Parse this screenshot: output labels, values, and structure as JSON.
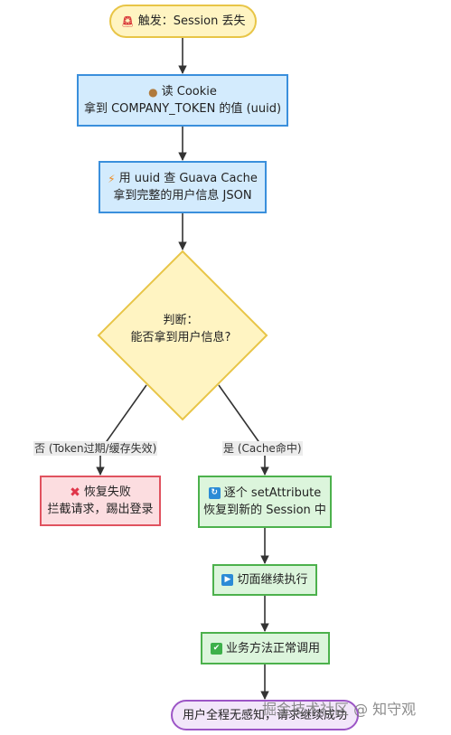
{
  "nodes": {
    "start": {
      "icon": "fire-alarm-icon",
      "text": "触发：Session 丢失"
    },
    "read_cookie": {
      "icon": "cookie-icon",
      "line1": "读 Cookie",
      "line2": "拿到 COMPANY_TOKEN 的值 (uuid)"
    },
    "guava_lookup": {
      "icon": "lightning-icon",
      "line1": "用 uuid 查 Guava Cache",
      "line2": "拿到完整的用户信息 JSON"
    },
    "decision": {
      "line1": "判断：",
      "line2": "能否拿到用户信息?"
    },
    "fail": {
      "icon": "cross-mark-icon",
      "line1": "恢复失败",
      "line2": "拦截请求，踢出登录"
    },
    "restore": {
      "icon": "refresh-icon",
      "line1": "逐个 setAttribute",
      "line2": "恢复到新的 Session 中"
    },
    "continue": {
      "icon": "play-icon",
      "text": "切面继续执行"
    },
    "business": {
      "icon": "check-mark-icon",
      "text": "业务方法正常调用"
    },
    "end": {
      "text": "用户全程无感知，请求继续成功"
    }
  },
  "edges": {
    "no_label": "否 (Token过期/缓存失效)",
    "yes_label": "是 (Cache命中)"
  },
  "watermark": "掘金技术社区 @ 知守观",
  "colors": {
    "start_fill": "#fff4c2",
    "start_stroke": "#e8c547",
    "process_fill": "#d3ebfd",
    "process_stroke": "#3a8fdc",
    "decision_fill": "#fff4c2",
    "decision_stroke": "#e8c547",
    "fail_fill": "#fcdde0",
    "fail_stroke": "#e0525f",
    "success_fill": "#dcf5dc",
    "success_stroke": "#4cb14c",
    "end_fill": "#f2e6fa",
    "end_stroke": "#9c55c6",
    "arrow": "#333333"
  }
}
